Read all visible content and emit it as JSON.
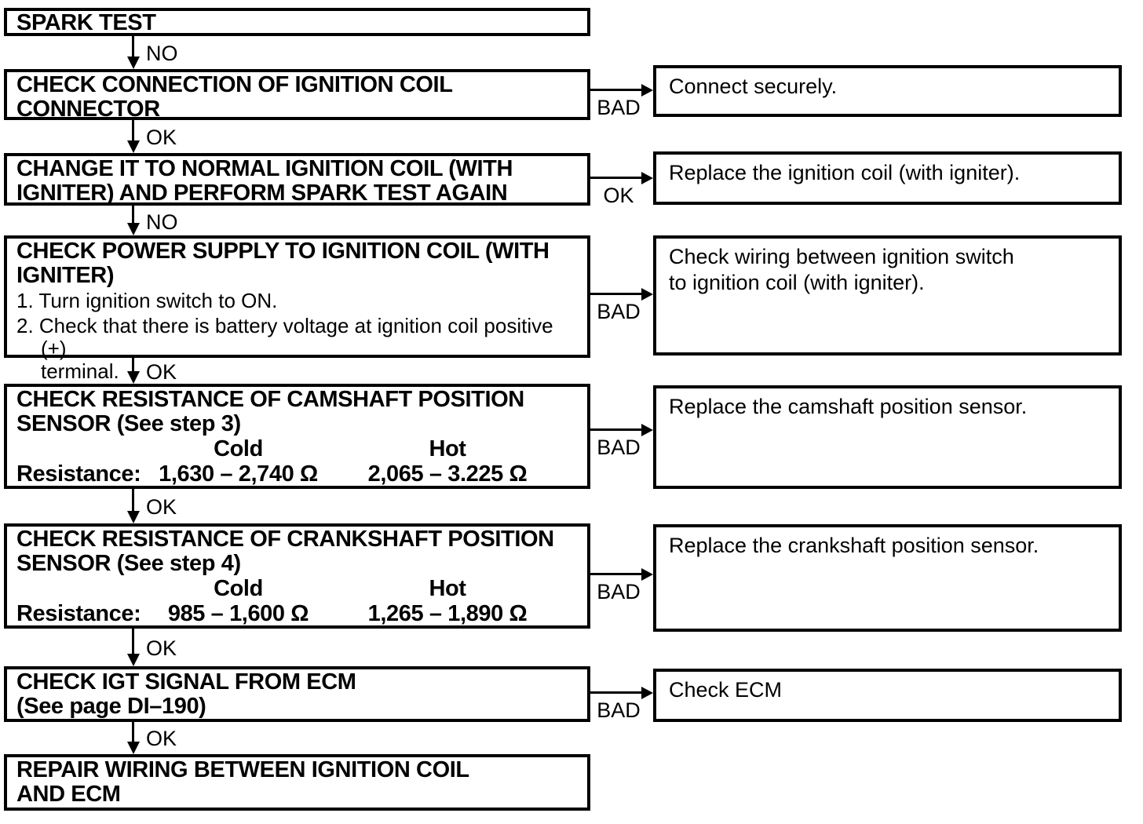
{
  "page": {
    "background": "#ffffff",
    "ink": "#000000"
  },
  "flowchart": {
    "steps": [
      {
        "title": "SPARK TEST"
      },
      {
        "title": "CHECK CONNECTION OF IGNITION COIL\nCONNECTOR"
      },
      {
        "title": "CHANGE IT TO NORMAL IGNITION COIL (WITH\nIGNITER) AND PERFORM SPARK TEST AGAIN"
      },
      {
        "title": "CHECK POWER SUPPLY TO IGNITION COIL (WITH\nIGNITER)",
        "items": [
          "1. Turn ignition switch to ON.",
          "2. Check that there is battery voltage at ignition coil positive (+)\nterminal."
        ]
      },
      {
        "title": "CHECK RESISTANCE OF CAMSHAFT POSITION\nSENSOR (See step 3)",
        "spec": {
          "cold_header": "Cold",
          "hot_header": "Hot",
          "label": "Resistance:",
          "cold": "1,630 – 2,740 Ω",
          "hot": "2,065 – 3.225 Ω"
        }
      },
      {
        "title": "CHECK RESISTANCE OF CRANKSHAFT POSITION\nSENSOR (See step 4)",
        "spec": {
          "cold_header": "Cold",
          "hot_header": "Hot",
          "label": "Resistance:",
          "cold": "985 – 1,600 Ω",
          "hot": "1,265 – 1,890 Ω"
        }
      },
      {
        "title": "CHECK IGT SIGNAL FROM ECM\n(See page DI–190)"
      },
      {
        "title": "REPAIR WIRING BETWEEN IGNITION COIL\nAND ECM"
      }
    ],
    "down_arrows": [
      {
        "label": "NO"
      },
      {
        "label": "OK"
      },
      {
        "label": "NO"
      },
      {
        "label": "OK"
      },
      {
        "label": "OK"
      },
      {
        "label": "OK"
      },
      {
        "label": "OK"
      }
    ],
    "branches": [
      {
        "label": "BAD",
        "result": "Connect securely."
      },
      {
        "label": "OK",
        "result": "Replace the ignition coil (with igniter)."
      },
      {
        "label": "BAD",
        "result": "Check wiring between ignition switch\nto ignition coil (with igniter)."
      },
      {
        "label": "BAD",
        "result": "Replace the camshaft position sensor."
      },
      {
        "label": "BAD",
        "result": "Replace the crankshaft position sensor."
      },
      {
        "label": "BAD",
        "result": "Check ECM"
      }
    ]
  }
}
